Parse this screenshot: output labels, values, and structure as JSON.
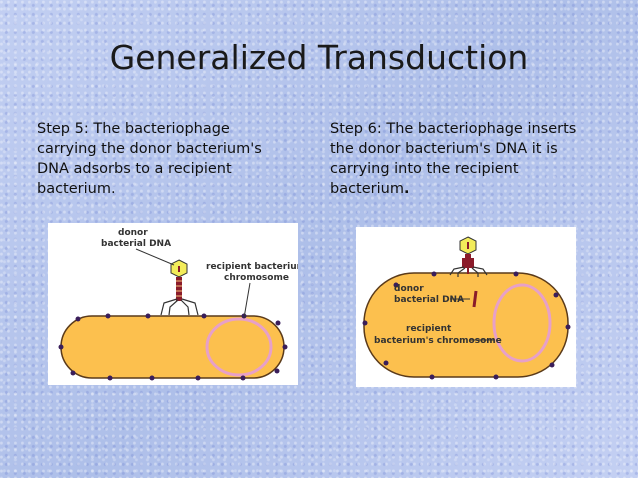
{
  "slide": {
    "title": "Generalized Transduction",
    "step5": {
      "lines": [
        "Step 5: The bacteriophage",
        "carrying the donor bacterium's",
        "DNA adsorbs to a recipient",
        "bacterium."
      ]
    },
    "step6": {
      "lines": [
        "Step 6: The bacteriophage inserts",
        "the donor bacterium's DNA it is",
        "carrying into the recipient",
        "bacterium"
      ],
      "trailing": "."
    }
  },
  "diagram_left": {
    "label_donor_line1": "donor",
    "label_donor_line2": "bacterial DNA",
    "label_recipient_line1": "recipient bacterium's",
    "label_recipient_line2": "chromosome"
  },
  "diagram_right": {
    "label_donor_line1": "donor",
    "label_donor_line2": "bacterial DNA",
    "label_recipient_line1": "recipient",
    "label_recipient_line2": "bacterium's chromosome"
  },
  "colors": {
    "cell_fill": "#fcc04e",
    "cell_outline": "#5a3a1a",
    "chromosome": "#e7a0c8",
    "phage_head": "#f3ec5a",
    "donor_dna": "#8a1b2a",
    "surface_dots": "#3a1e5a"
  }
}
